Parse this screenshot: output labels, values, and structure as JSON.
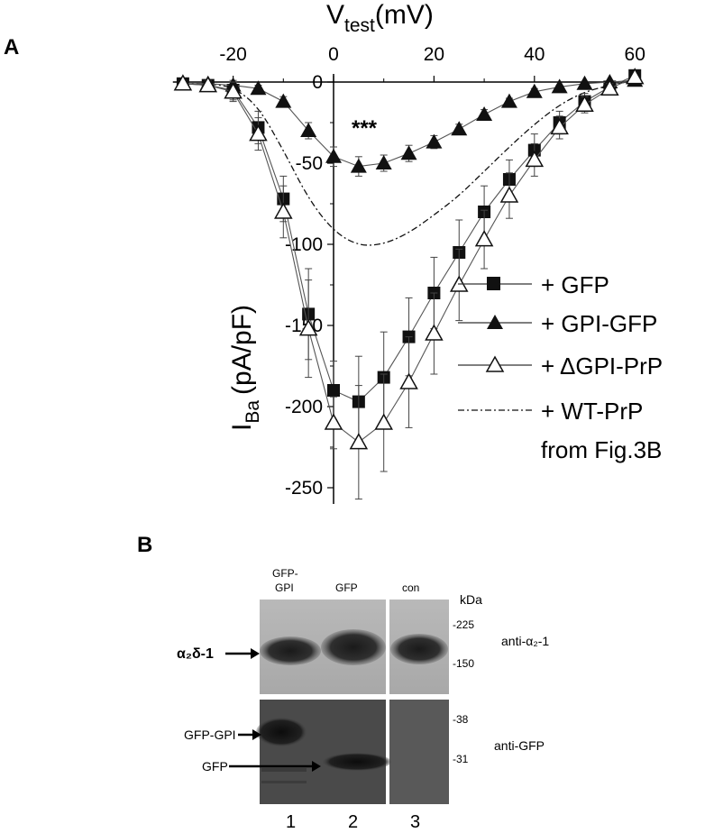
{
  "panel_a": {
    "letter": "A",
    "x_axis_label": "V",
    "x_axis_sub": "test",
    "x_axis_unit": "(mV)",
    "y_axis_label": "I",
    "y_axis_sub": "Ba",
    "y_axis_unit": "(pA/pF)",
    "significance": "***",
    "legend": [
      {
        "label": "+ GFP",
        "marker": "filled-square"
      },
      {
        "label": "+ GPI-GFP",
        "marker": "filled-triangle"
      },
      {
        "label": "+ ΔGPI-PrP",
        "marker": "open-triangle"
      },
      {
        "label": "+ WT-PrP",
        "marker": "dash-dot"
      }
    ],
    "legend_extra": "from Fig.3B"
  },
  "chart_data": {
    "type": "line",
    "xlim": [
      -32,
      60
    ],
    "ylim": [
      -260,
      5
    ],
    "x_ticks": [
      -20,
      0,
      20,
      40,
      60
    ],
    "y_ticks": [
      0,
      -50,
      -100,
      -150,
      -200,
      -250
    ],
    "series": [
      {
        "name": "+ GFP",
        "marker": "filled-square",
        "color": "#000000",
        "x": [
          -30,
          -25,
          -20,
          -15,
          -10,
          -5,
          0,
          5,
          10,
          15,
          20,
          25,
          30,
          35,
          40,
          45,
          50,
          55,
          60
        ],
        "y": [
          -1,
          -2,
          -5,
          -28,
          -72,
          -143,
          -190,
          -197,
          -182,
          -157,
          -130,
          -105,
          -80,
          -60,
          -42,
          -25,
          -12,
          -3,
          4
        ],
        "err": [
          2,
          3,
          6,
          10,
          14,
          28,
          18,
          28,
          28,
          24,
          22,
          20,
          16,
          12,
          10,
          7,
          5,
          3,
          1
        ]
      },
      {
        "name": "+ GPI-GFP",
        "marker": "filled-triangle",
        "color": "#000000",
        "x": [
          -30,
          -25,
          -20,
          -15,
          -10,
          -5,
          0,
          5,
          10,
          15,
          20,
          25,
          30,
          35,
          40,
          45,
          50,
          55,
          60
        ],
        "y": [
          -1,
          -1,
          -2,
          -4,
          -12,
          -30,
          -46,
          -52,
          -50,
          -44,
          -37,
          -29,
          -20,
          -12,
          -6,
          -3,
          -1,
          0,
          1
        ],
        "err": [
          1,
          1,
          1,
          2,
          3,
          5,
          6,
          6,
          5,
          5,
          4,
          3,
          3,
          2,
          2,
          1,
          1,
          1,
          1
        ]
      },
      {
        "name": "+ ΔGPI-PrP",
        "marker": "open-triangle",
        "color": "#000000",
        "x": [
          -30,
          -25,
          -20,
          -15,
          -10,
          -5,
          0,
          5,
          10,
          15,
          20,
          25,
          30,
          35,
          40,
          45,
          50,
          55,
          60
        ],
        "y": [
          -1,
          -2,
          -6,
          -32,
          -80,
          -152,
          -210,
          -222,
          -210,
          -185,
          -155,
          -125,
          -97,
          -70,
          -48,
          -28,
          -14,
          -4,
          3
        ],
        "err": [
          2,
          3,
          6,
          10,
          16,
          30,
          16,
          35,
          30,
          28,
          25,
          22,
          18,
          14,
          10,
          7,
          5,
          3,
          1
        ]
      },
      {
        "name": "+ WT-PrP",
        "marker": "dash-dot",
        "color": "#000000",
        "x": [
          -30,
          -25,
          -20,
          -15,
          -10,
          -5,
          0,
          5,
          10,
          15,
          20,
          25,
          30,
          35,
          40,
          45,
          50,
          55,
          60
        ],
        "y": [
          -1,
          -1,
          -3,
          -15,
          -42,
          -72,
          -92,
          -101,
          -100,
          -93,
          -82,
          -70,
          -55,
          -40,
          -26,
          -14,
          -6,
          -2,
          1
        ]
      }
    ]
  },
  "panel_b": {
    "letter": "B",
    "lanes": [
      "GFP-\nGPI",
      "GFP",
      "con"
    ],
    "lane_numbers": [
      "1",
      "2",
      "3"
    ],
    "kda_label": "kDa",
    "top_markers": [
      "-225",
      "-150"
    ],
    "bottom_markers": [
      "-38",
      "-31"
    ],
    "top_antibody": "anti-α₂-1",
    "bottom_antibody": "anti-GFP",
    "left_labels": [
      "α₂δ-1",
      "GFP-GPI",
      "GFP"
    ]
  }
}
